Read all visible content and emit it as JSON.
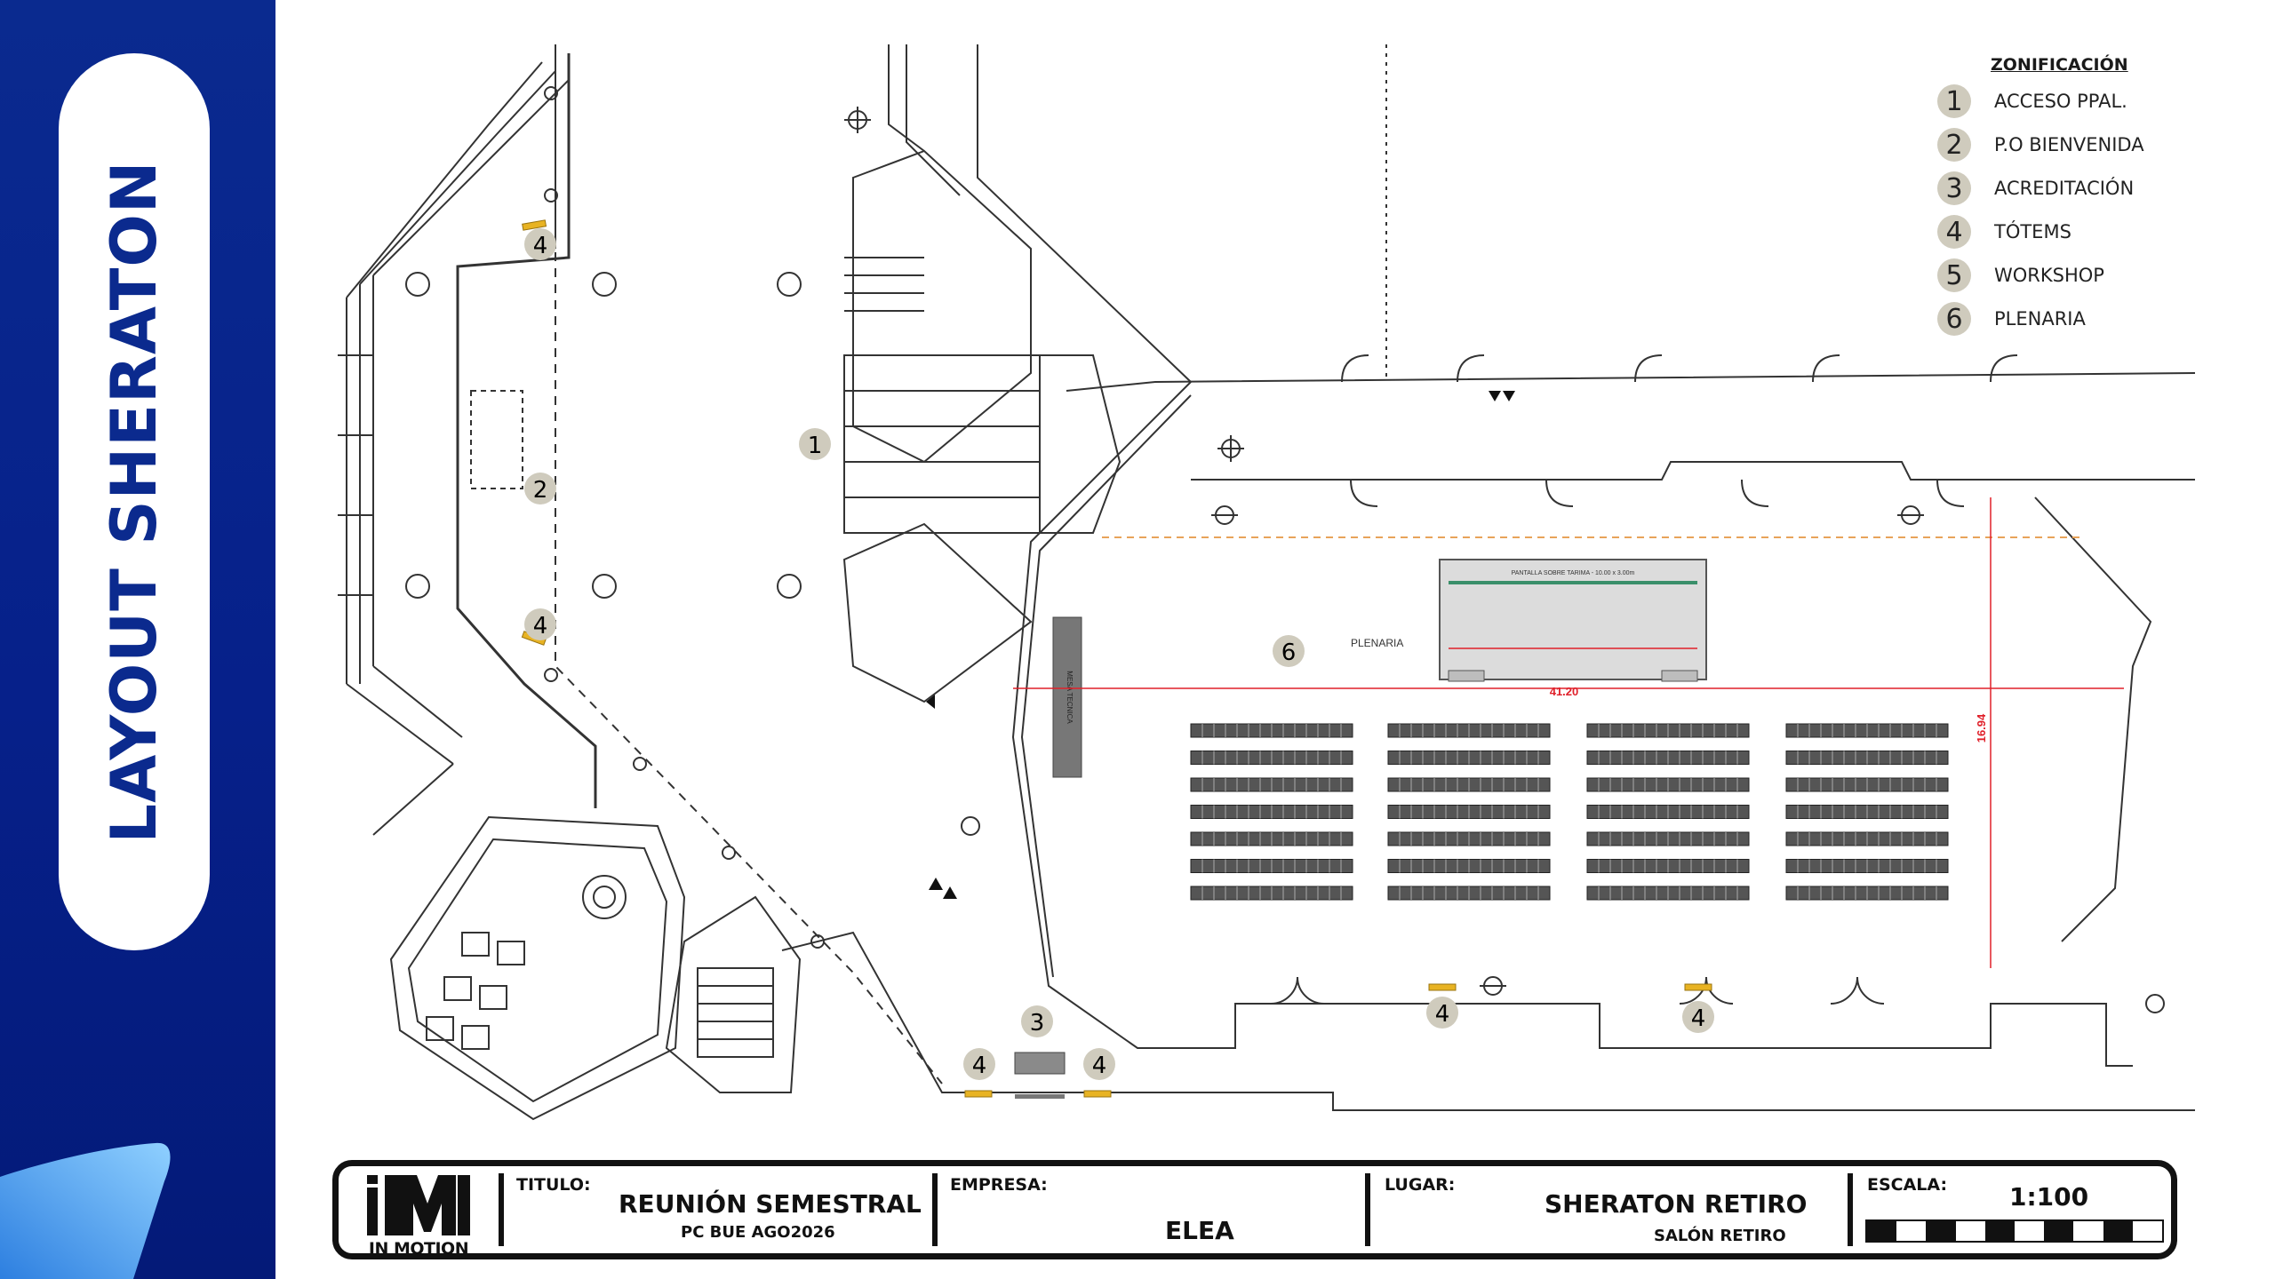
{
  "sidebar": {
    "title": "LAYOUT SHERATON"
  },
  "legend": {
    "title": "ZONIFICACIÓN",
    "items": [
      {
        "num": "1",
        "label": "ACCESO PPAL."
      },
      {
        "num": "2",
        "label": "P.O BIENVENIDA"
      },
      {
        "num": "3",
        "label": "ACREDITACIÓN"
      },
      {
        "num": "4",
        "label": "TÓTEMS"
      },
      {
        "num": "5",
        "label": "WORKSHOP"
      },
      {
        "num": "6",
        "label": "PLENARIA"
      }
    ]
  },
  "plan": {
    "markers": [
      "1",
      "2",
      "3",
      "4",
      "6"
    ],
    "plenaria_label": "PLENARIA",
    "screen_label": "PANTALLA SOBRE TARIMA - 10.00 x 3.00m",
    "room_width": "41.20",
    "room_depth": "16.94",
    "side_label": "MESA TECNICA"
  },
  "titleblock": {
    "logo": "IN MOTION",
    "titulo_label": "TITULO:",
    "titulo_value": "REUNIÓN SEMESTRAL",
    "titulo_sub": "PC BUE AGO2026",
    "empresa_label": "EMPRESA:",
    "empresa_value": "ELEA",
    "lugar_label": "LUGAR:",
    "lugar_value": "SHERATON RETIRO",
    "lugar_sub": "SALÓN RETIRO",
    "escala_label": "ESCALA:",
    "escala_value": "1:100"
  },
  "colors": {
    "sidebar": "#0a2a8f",
    "badge": "#cfcbbd",
    "dimension": "#e0202a",
    "totem": "#e8b323"
  }
}
